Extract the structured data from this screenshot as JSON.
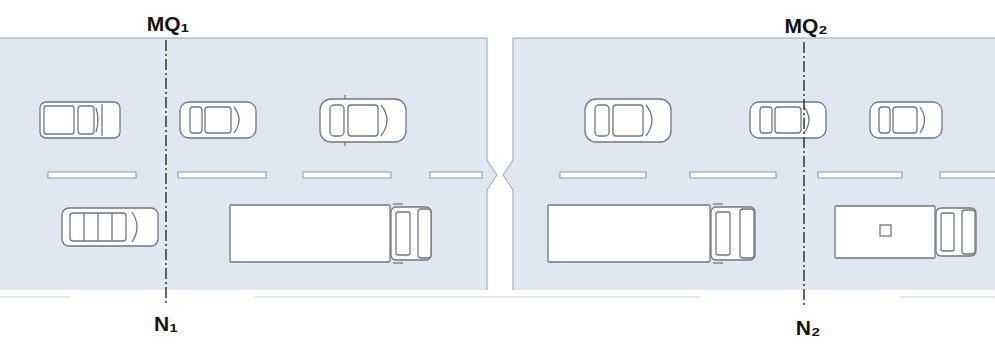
{
  "diagram": {
    "labels": [
      "MQ₁",
      "N₁",
      "MQ₂",
      "N₂"
    ]
  }
}
